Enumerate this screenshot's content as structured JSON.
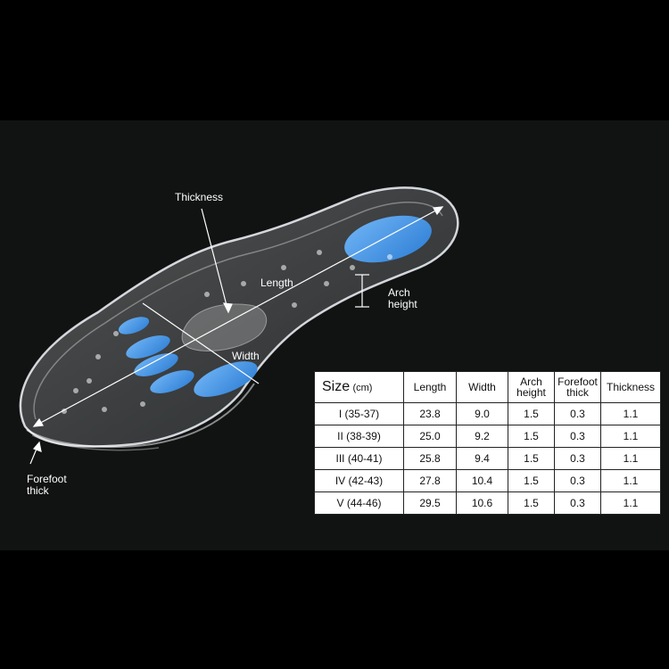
{
  "labels": {
    "thickness": "Thickness",
    "length": "Length",
    "width": "Width",
    "arch_height": "Arch\nheight",
    "forefoot_thick": "Forefoot\nthick"
  },
  "table": {
    "header": {
      "size_main": "Size",
      "size_unit": "(cm)",
      "length": "Length",
      "width": "Width",
      "arch_height": "Arch\nheight",
      "forefoot_thick": "Forefoot\nthick",
      "thickness": "Thickness"
    },
    "rows": [
      {
        "size": "I (35-37)",
        "length": "23.8",
        "width": "9.0",
        "arch": "1.5",
        "forefoot": "0.3",
        "thickness": "1.1"
      },
      {
        "size": "II (38-39)",
        "length": "25.0",
        "width": "9.2",
        "arch": "1.5",
        "forefoot": "0.3",
        "thickness": "1.1"
      },
      {
        "size": "III (40-41)",
        "length": "25.8",
        "width": "9.4",
        "arch": "1.5",
        "forefoot": "0.3",
        "thickness": "1.1"
      },
      {
        "size": "IV (42-43)",
        "length": "27.8",
        "width": "10.4",
        "arch": "1.5",
        "forefoot": "0.3",
        "thickness": "1.1"
      },
      {
        "size": "V (44-46)",
        "length": "29.5",
        "width": "10.6",
        "arch": "1.5",
        "forefoot": "0.3",
        "thickness": "1.1"
      }
    ]
  },
  "colors": {
    "background": "#000000",
    "panel": "#111212",
    "gel_blue": "#3a8fe0",
    "silicone": "#e8eef4"
  }
}
